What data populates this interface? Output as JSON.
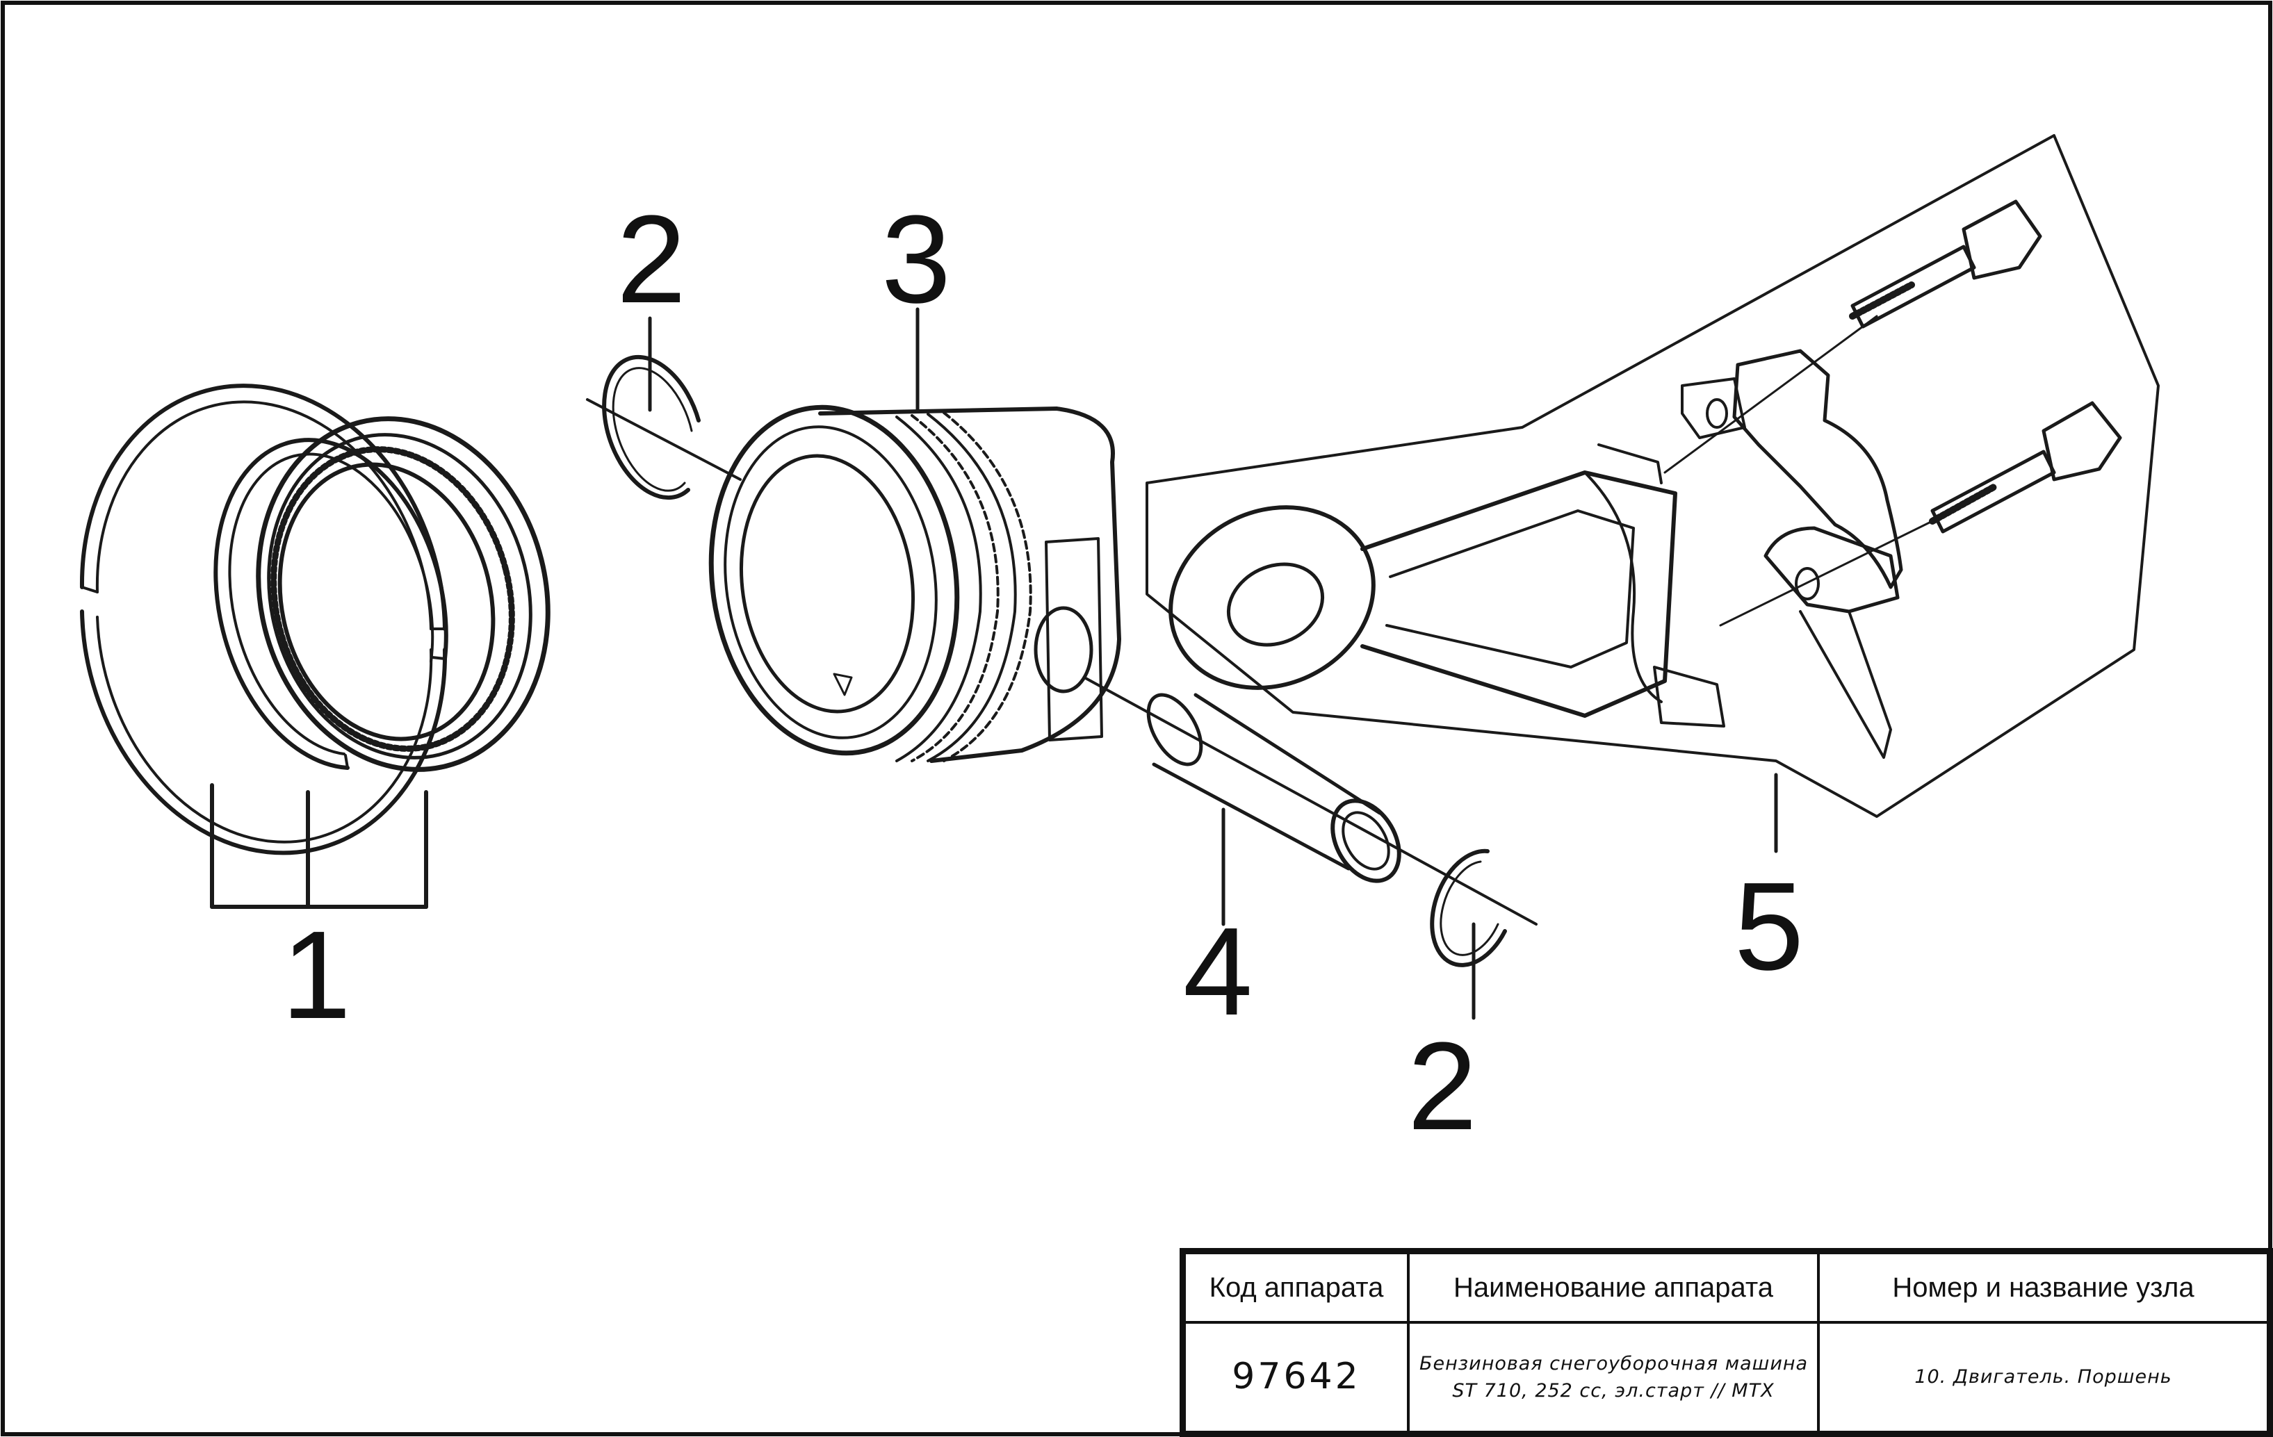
{
  "diagram": {
    "callouts": {
      "piston_rings": "1",
      "circlip_left": "2",
      "piston": "3",
      "piston_pin": "4",
      "circlip_right": "2",
      "connecting_rod": "5"
    }
  },
  "title_block": {
    "headers": {
      "code": "Код аппарата",
      "name": "Наименование аппарата",
      "unit": "Номер и название узла"
    },
    "code": "97642",
    "name_line1": "Бензиновая снегоуборочная машина",
    "name_line2": "ST 710, 252 cc, эл.старт // MTX",
    "unit": "10. Двигатель. Поршень"
  }
}
